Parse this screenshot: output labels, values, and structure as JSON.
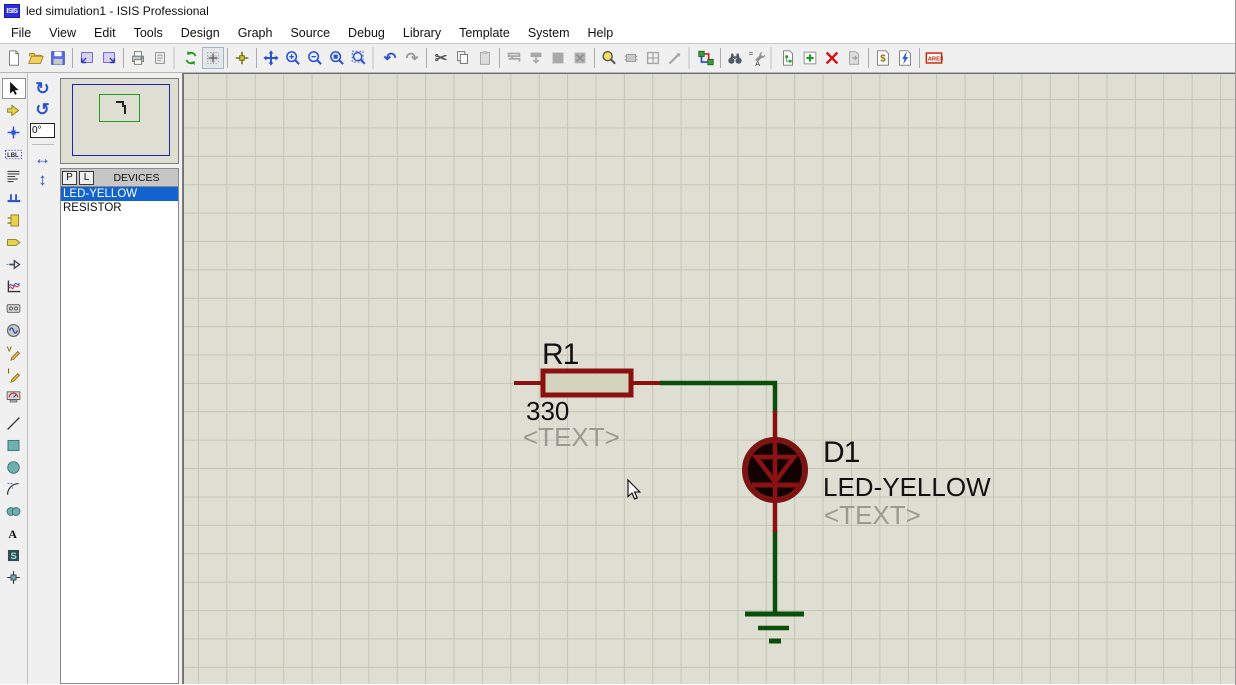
{
  "window": {
    "title": "led simulation1 - ISIS Professional",
    "app_icon_text": "ISIS"
  },
  "menu": {
    "items": [
      "File",
      "View",
      "Edit",
      "Tools",
      "Design",
      "Graph",
      "Source",
      "Debug",
      "Library",
      "Template",
      "System",
      "Help"
    ]
  },
  "toolbar": {
    "icon_names": [
      "new-file",
      "open-file",
      "save-file",
      "import-section",
      "export-section",
      "print",
      "mark-output",
      "refresh-display",
      "toggle-grid",
      "origin",
      "pan",
      "zoom-in",
      "zoom-out",
      "zoom-all",
      "zoom-area",
      "undo",
      "redo",
      "cut",
      "copy",
      "paste",
      "block-copy",
      "block-move",
      "block-rotate",
      "block-delete",
      "pick-device",
      "make-device",
      "packaging-tool",
      "decompose",
      "wire-autorouter",
      "search-tag",
      "property-assignment",
      "design-explorer",
      "new-sheet",
      "remove-sheet",
      "goto-sheet",
      "bill-of-materials",
      "electrical-rules-check",
      "netlist-to-ares"
    ],
    "glyphs": {
      "undo": "↶",
      "redo": "↷",
      "cut": "✂",
      "ares": "ARES",
      "bom": "$"
    }
  },
  "orientation": {
    "angle": "0°",
    "glyphs": {
      "rotate_cw": "↻",
      "rotate_ccw": "↺",
      "mirror_h": "↔",
      "mirror_v": "↕"
    }
  },
  "mode_toolbar": {
    "icon_names": [
      "selection-pointer",
      "component-mode",
      "junction-dot-mode",
      "wire-label-mode",
      "text-script-mode",
      "buses-mode",
      "subcircuit-mode",
      "terminals-mode",
      "device-pins-mode",
      "graph-mode",
      "tape-recorder-mode",
      "generator-mode",
      "voltage-probe-mode",
      "current-probe-mode",
      "virtual-instruments-mode",
      "line-2d",
      "box-2d",
      "circle-2d",
      "arc-2d",
      "path-2d",
      "text-2d",
      "symbol-2d",
      "marker-2d"
    ],
    "glyphs": {
      "wire_label": "LBL",
      "voltage": "V",
      "current": "I",
      "text": "A",
      "symbol": "S"
    }
  },
  "object_selector": {
    "p_button": "P",
    "l_button": "L",
    "header": "DEVICES",
    "devices": [
      {
        "name": "LED-YELLOW",
        "selected": true
      },
      {
        "name": "RESISTOR",
        "selected": false
      }
    ]
  },
  "schematic": {
    "resistor": {
      "ref": "R1",
      "value": "330",
      "placeholder": "<TEXT>"
    },
    "led": {
      "ref": "D1",
      "value": "LED-YELLOW",
      "placeholder": "<TEXT>"
    }
  },
  "colors": {
    "canvas_bg": "#dedfd2",
    "grid_line": "#c3c5b5",
    "wire_green": "#0c4f0c",
    "pin_red": "#8b1010",
    "led_ring": "#7d1414",
    "led_fill": "#120202",
    "selection_blue": "#1263cf",
    "label_gray": "#9a9a92"
  }
}
